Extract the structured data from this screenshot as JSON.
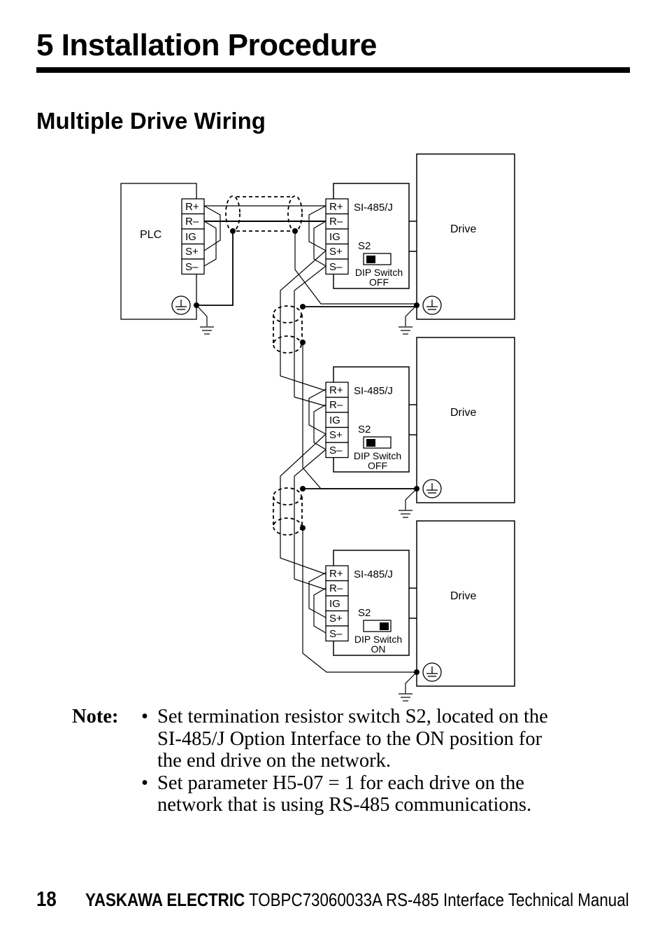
{
  "page": {
    "section_title": "5  Installation Procedure",
    "subsection_title": "Multiple Drive Wiring"
  },
  "diagram": {
    "plc": {
      "label": "PLC",
      "terminals": [
        "R+",
        "R–",
        "IG",
        "S+",
        "S–"
      ]
    },
    "units": [
      {
        "drive_label": "Drive",
        "option_label": "SI-485/J",
        "terminals": [
          "R+",
          "R–",
          "IG",
          "S+",
          "S–"
        ],
        "switch_label": "S2",
        "dip_label": "DIP Switch",
        "dip_state": "OFF"
      },
      {
        "drive_label": "Drive",
        "option_label": "SI-485/J",
        "terminals": [
          "R+",
          "R–",
          "IG",
          "S+",
          "S–"
        ],
        "switch_label": "S2",
        "dip_label": "DIP Switch",
        "dip_state": "OFF"
      },
      {
        "drive_label": "Drive",
        "option_label": "SI-485/J",
        "terminals": [
          "R+",
          "R–",
          "IG",
          "S+",
          "S–"
        ],
        "switch_label": "S2",
        "dip_label": "DIP Switch",
        "dip_state": "ON"
      }
    ],
    "icons": {
      "ground": "protective-earth-icon",
      "earth": "earth-ground-icon"
    }
  },
  "note": {
    "label": "Note:",
    "bullet_glyph": "•",
    "items": [
      "Set termination resistor switch S2, located on the SI-485/J Option Interface to the ON position for the end drive on the network.",
      "Set parameter H5-07 = 1 for each drive on the network that is using RS-485 communications."
    ]
  },
  "footer": {
    "page_number": "18",
    "brand": "YASKAWA ELECTRIC",
    "doc_title": "TOBPC73060033A RS-485 Interface Technical Manual"
  }
}
